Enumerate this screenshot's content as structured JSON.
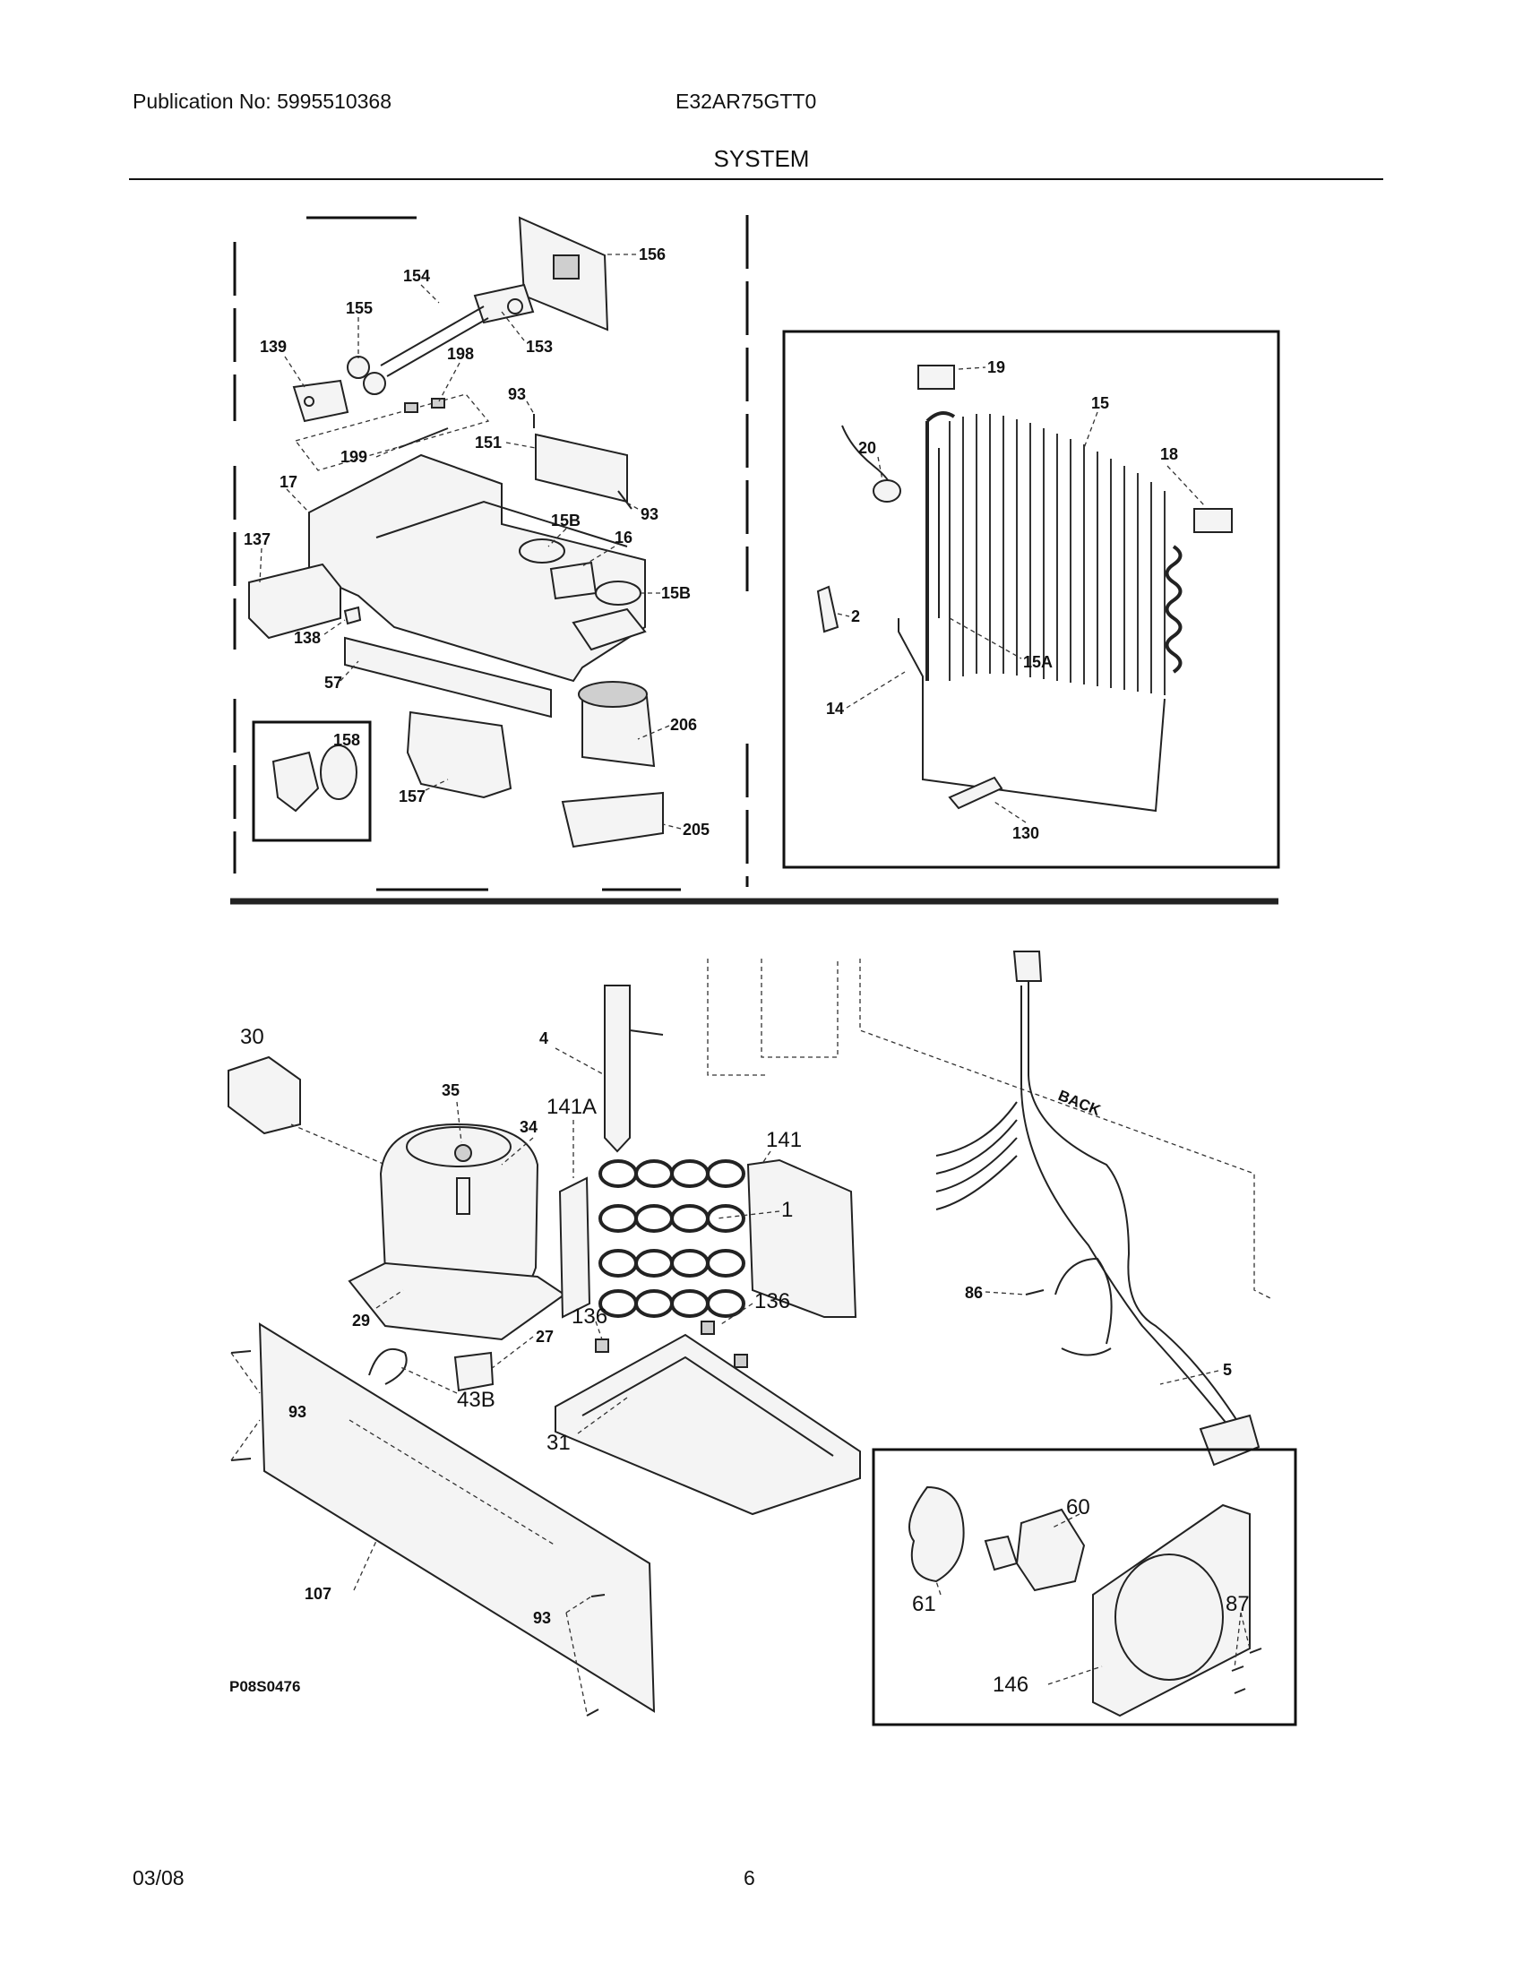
{
  "header": {
    "publication": "Publication No: 5995510368",
    "model": "E32AR75GTT0",
    "section_title": "SYSTEM"
  },
  "footer": {
    "date": "03/08",
    "page_number": "6"
  },
  "diagram": {
    "code": "P08S0476",
    "callouts": {
      "c156": "156",
      "c154": "154",
      "c155": "155",
      "c139": "139",
      "c198": "198",
      "c153": "153",
      "c93a": "93",
      "c199": "199",
      "c151": "151",
      "c17": "17",
      "c93b": "93",
      "c15Ba": "15B",
      "c137": "137",
      "c16": "16",
      "c15Bb": "15B",
      "c138": "138",
      "c57": "57",
      "c158": "158",
      "c206": "206",
      "c157": "157",
      "c205": "205",
      "c19": "19",
      "c15": "15",
      "c20": "20",
      "c18": "18",
      "c2": "2",
      "c15A": "15A",
      "c14": "14",
      "c130": "130",
      "c30": "30",
      "c4": "4",
      "c35": "35",
      "c141A": "141A",
      "c34": "34",
      "c141": "141",
      "c1": "1",
      "c86": "86",
      "c136a": "136",
      "c136b": "136",
      "c29": "29",
      "c27": "27",
      "c43B": "43B",
      "c93c": "93",
      "c31": "31",
      "c5": "5",
      "c60": "60",
      "c61": "61",
      "c87": "87",
      "c107": "107",
      "c93d": "93",
      "c146": "146"
    },
    "back_text": "BACK"
  }
}
